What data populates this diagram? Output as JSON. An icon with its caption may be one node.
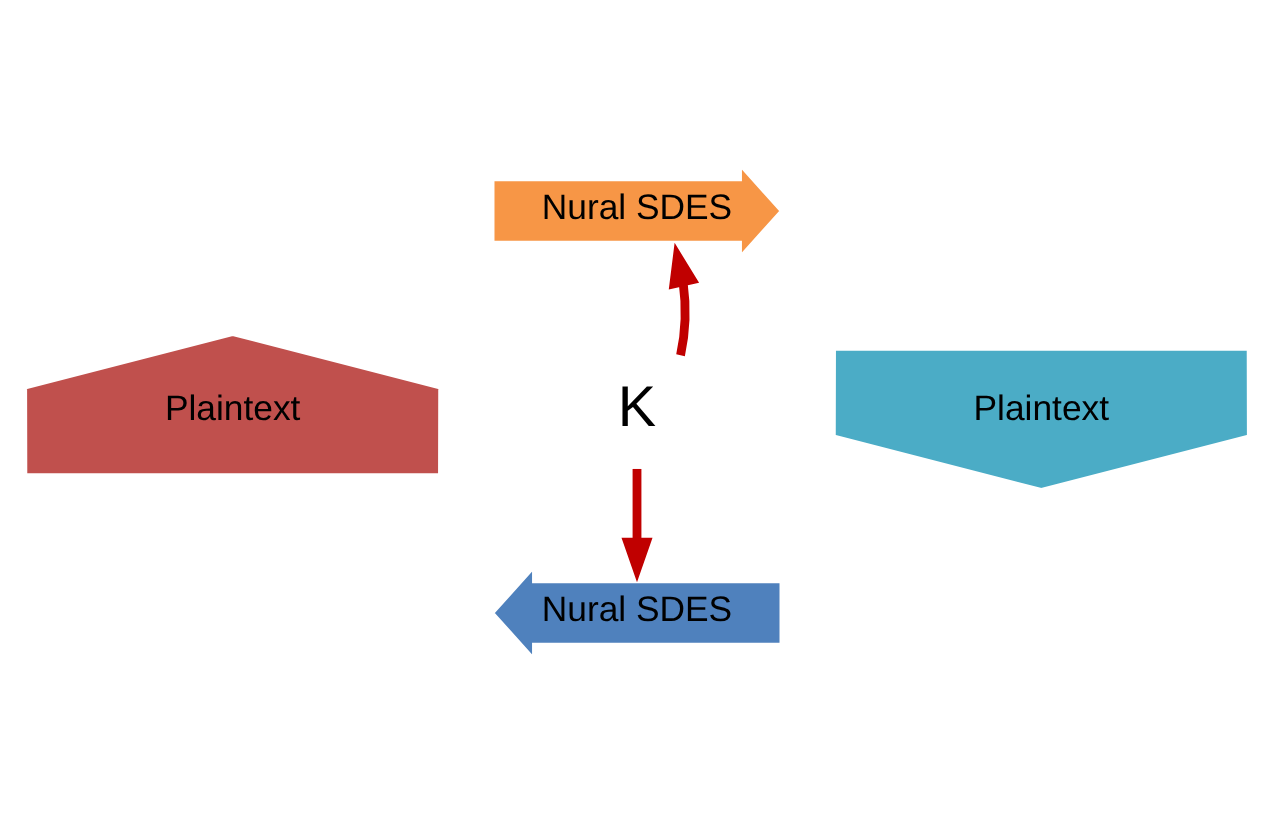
{
  "diagram": {
    "nodes": [
      {
        "text": [
          "Nural SDES"
        ]
      },
      {
        "text": [
          "Plaintext"
        ]
      },
      {
        "text": [
          "Nural SDES"
        ]
      },
      {
        "text": [
          "Plaintext"
        ]
      },
      {
        "text": [
          "K"
        ]
      }
    ],
    "edges": [
      {
        "from": 4,
        "to": 0,
        "arrow": "to"
      },
      {
        "from": 4,
        "to": 2,
        "arrow": "to"
      }
    ]
  }
}
